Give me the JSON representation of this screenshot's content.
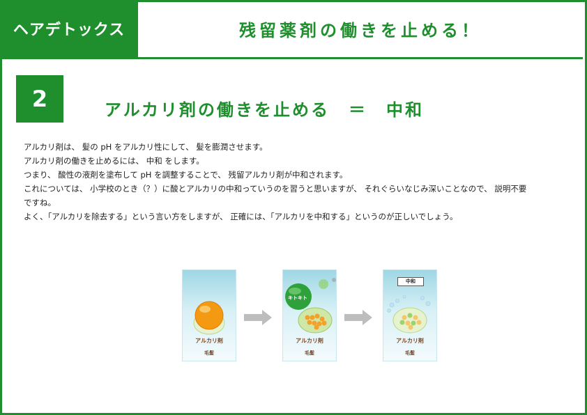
{
  "header": {
    "tab_label": "ヘアデトックス",
    "title": "残留薬剤の働きを止める！"
  },
  "section": {
    "step_number": "2",
    "title": "アルカリ剤の働きを止める　＝　中和"
  },
  "body": {
    "lines": [
      "アルカリ剤は、 髪の pH をアルカリ性にして、 髪を膨潤させます。",
      "アルカリ剤の働きを止めるには、 中和 をします。",
      "つまり、 酸性の液剤を塗布して pH を調整することで、 残留アルカリ剤が中和されます。",
      "これについては、 小学校のとき（？）に酸とアルカリの中和っていうのを習うと思いますが、 それぐらいなじみ深いことなので、 説明不要",
      "ですね。",
      "よく、「アルカリを除去する」という言い方をしますが、 正確には、「アルカリを中和する」というのが正しいでしょう。"
    ]
  },
  "illustration": {
    "panels": [
      {
        "label": "アルカリ剤",
        "sub": "毛髪"
      },
      {
        "label": "アルカリ剤",
        "sub": "毛髪",
        "bubble": "キトキト"
      },
      {
        "label": "アルカリ剤",
        "sub": "毛髪",
        "tag": "中和"
      }
    ]
  },
  "colors": {
    "brand_green": "#1f8f2e",
    "alkali_orange": "#f39a12",
    "arrow_gray": "#bdbdbd"
  }
}
